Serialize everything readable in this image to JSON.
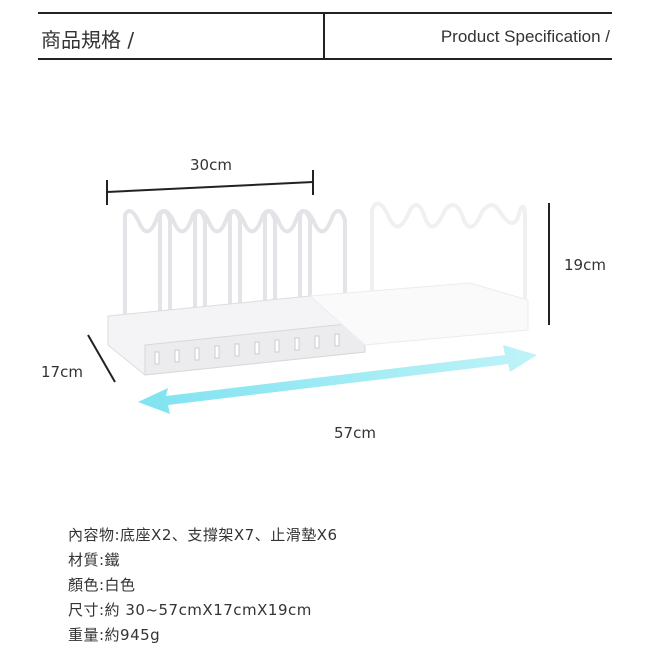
{
  "header": {
    "title_cn": "商品規格 /",
    "title_en": "Product Specification /"
  },
  "dimensions": {
    "width_min": "30cm",
    "height": "19cm",
    "depth": "17cm",
    "width_max": "57cm"
  },
  "colors": {
    "arrow": "#7fe3f0"
  },
  "specs": [
    "內容物:底座X2、支撐架X7、止滑墊X6",
    "材質:鐵",
    "顏色:白色",
    "尺寸:約 30~57cmX17cmX19cm",
    "重量:約945g"
  ]
}
